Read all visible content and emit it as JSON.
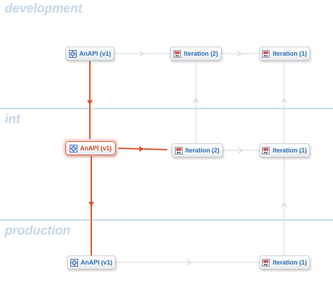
{
  "lanes": {
    "development": "development",
    "int": "int",
    "production": "production"
  },
  "nodes": {
    "dev_api": {
      "label": "AnAPI (v1)",
      "icon": "gear-icon"
    },
    "dev_iter2": {
      "label": "Iteration (2)",
      "icon": "iteration-icon"
    },
    "dev_iter1": {
      "label": "Iteration (1)",
      "icon": "iteration-icon"
    },
    "int_api": {
      "label": "AnAPI (v1)",
      "icon": "gear-icon",
      "selected": true
    },
    "int_iter2": {
      "label": "Iteration (2)",
      "icon": "iteration-icon"
    },
    "int_iter1": {
      "label": "Iteration (1)",
      "icon": "iteration-icon"
    },
    "prod_api": {
      "label": "AnAPI (v1)",
      "icon": "gear-icon"
    },
    "prod_iter1": {
      "label": "Iteration (1)",
      "icon": "iteration-icon"
    }
  },
  "colors": {
    "highlight_edge": "#d9552f",
    "normal_edge": "#d4d6d9",
    "lane_divider": "#c7ddf0",
    "lane_label": "#c5d6ea",
    "node_text": "#2a6fae",
    "selected_text": "#d24a2c"
  }
}
